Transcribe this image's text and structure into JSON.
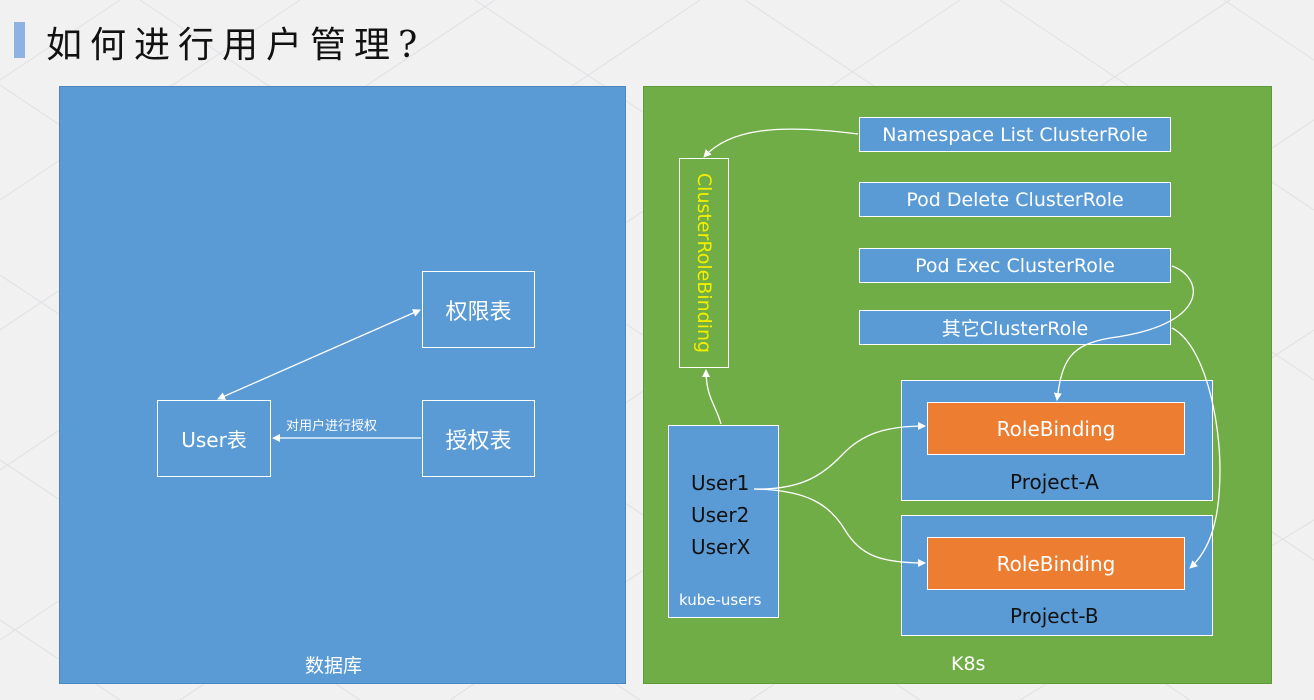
{
  "title": "如何进行用户管理?",
  "database": {
    "label": "数据库",
    "user_table": "User表",
    "permission_table": "权限表",
    "auth_table": "授权表",
    "edge_label": "对用户进行授权"
  },
  "k8s": {
    "label": "K8s",
    "cluster_role_binding": "ClusterRoleBinding",
    "roles": [
      "Namespace List ClusterRole",
      "Pod Delete ClusterRole",
      "Pod Exec ClusterRole",
      "其它ClusterRole"
    ],
    "users": [
      "User1",
      "User2",
      "UserX"
    ],
    "users_group": "kube-users",
    "projects": [
      {
        "name": "Project-A",
        "binding": "RoleBinding"
      },
      {
        "name": "Project-B",
        "binding": "RoleBinding"
      }
    ]
  },
  "colors": {
    "db_panel": "#5b9bd5",
    "k8s_panel": "#70ad47",
    "rolebinding": "#ed7d31",
    "crb_text": "#f2ee00"
  }
}
